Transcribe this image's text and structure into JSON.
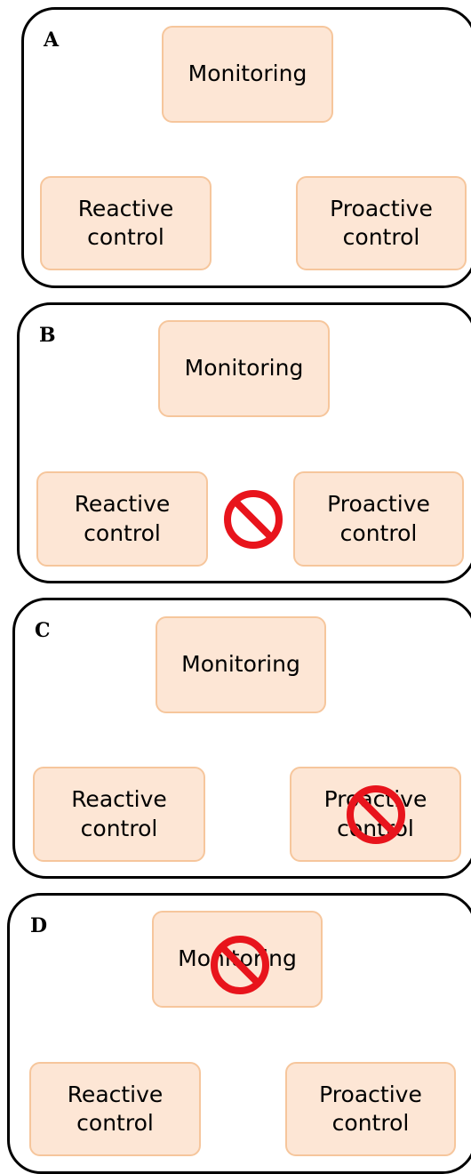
{
  "panels": [
    {
      "label": "A",
      "top": "Monitoring",
      "left": [
        "Reactive",
        "control"
      ],
      "right": [
        "Proactive",
        "control"
      ],
      "blocked": null
    },
    {
      "label": "B",
      "top": "Monitoring",
      "left": [
        "Reactive",
        "control"
      ],
      "right": [
        "Proactive",
        "control"
      ],
      "blocked": "link"
    },
    {
      "label": "C",
      "top": "Monitoring",
      "left": [
        "Reactive",
        "control"
      ],
      "right": [
        "Proactive",
        "control"
      ],
      "blocked": "proactive"
    },
    {
      "label": "D",
      "top": "Monitoring",
      "left": [
        "Reactive",
        "control"
      ],
      "right": [
        "Proactive",
        "control"
      ],
      "blocked": "monitoring"
    }
  ],
  "colors": {
    "node_fill": "#fde6d5",
    "node_border": "#f6c69c",
    "blocked_symbol": "#e8141c"
  },
  "icons": {
    "blocked": "prohibition-sign-icon"
  }
}
